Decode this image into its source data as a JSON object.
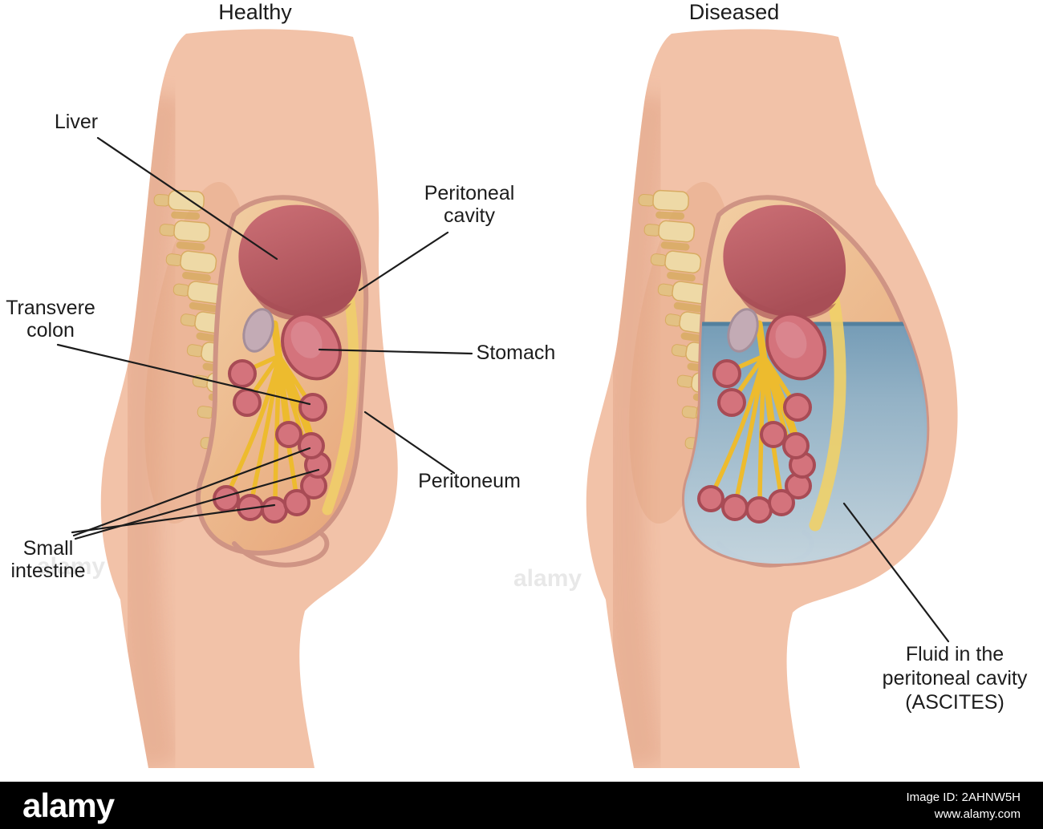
{
  "titles": {
    "healthy": "Healthy",
    "diseased": "Diseased"
  },
  "labels": {
    "liver": "Liver",
    "peritoneal_cavity_1": "Peritoneal",
    "peritoneal_cavity_2": "cavity",
    "transverse_colon_1": "Transvere",
    "transverse_colon_2": "colon",
    "stomach": "Stomach",
    "peritoneum": "Peritoneum",
    "small_intestine_1": "Small",
    "small_intestine_2": "intestine",
    "ascites_1": "Fluid in the",
    "ascites_2": "peritoneal cavity",
    "ascites_3": "(ASCITES)"
  },
  "watermark_overlay": "alamy",
  "watermark_bar": {
    "brand": "alamy",
    "image_id": "Image ID: 2AHNW5H",
    "url": "www.alamy.com"
  },
  "colors": {
    "skin": "#f2c2a8",
    "skin_shadow": "#dfa084",
    "cavity_rim": "#cf9484",
    "liver": "#c4666d",
    "liver_dark": "#a84e56",
    "organ": "#d4737c",
    "organ_outline": "#a84b55",
    "organ_gray": "#c3abb5",
    "organ_gray_outline": "#a58e9a",
    "mesentery": "#edbb2e",
    "band_yellow": "#f0d068",
    "spine_light": "#eed9a6",
    "spine_dark": "#d8ab62",
    "fluid_top": "#6e9ab8",
    "fluid_bottom": "#c6d9e4",
    "fluid_line": "#53809e",
    "line": "#1c1c1c",
    "bar_bg": "#000000",
    "bar_text": "#ffffff"
  }
}
